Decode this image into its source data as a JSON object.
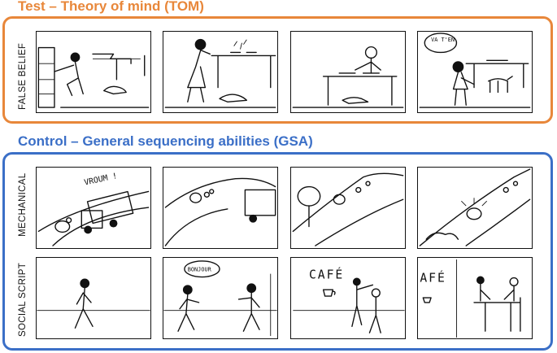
{
  "test_section": {
    "title": "Test – Theory of mind (TOM)",
    "color": "#E8873A",
    "rows": [
      {
        "label": "FALSE BELIEF",
        "panels": [
          {
            "icon": "woman-at-cabinet-drawing",
            "text": ""
          },
          {
            "icon": "woman-dog-table-drawing",
            "text": ""
          },
          {
            "icon": "man-at-table-drawing",
            "text": ""
          },
          {
            "icon": "woman-looking-for-dog-drawing",
            "text": "VA T'EN"
          }
        ]
      }
    ]
  },
  "control_section": {
    "title": "Control – General sequencing abilities (GSA)",
    "color": "#3B6FC7",
    "rows": [
      {
        "label": "MECHANICAL",
        "panels": [
          {
            "icon": "truck-on-road-drawing",
            "text": "VROUM !"
          },
          {
            "icon": "rocks-falling-drawing",
            "text": ""
          },
          {
            "icon": "rock-and-tree-drawing",
            "text": ""
          },
          {
            "icon": "rock-crash-drawing",
            "text": ""
          }
        ]
      },
      {
        "label": "SOCIAL SCRIPT",
        "panels": [
          {
            "icon": "man-walking-drawing",
            "text": ""
          },
          {
            "icon": "two-men-greeting-drawing",
            "text": "BONJOUR"
          },
          {
            "icon": "men-pointing-cafe-drawing",
            "text": "CAFÉ"
          },
          {
            "icon": "men-at-cafe-table-drawing",
            "text": "AFÉ"
          }
        ]
      }
    ]
  }
}
